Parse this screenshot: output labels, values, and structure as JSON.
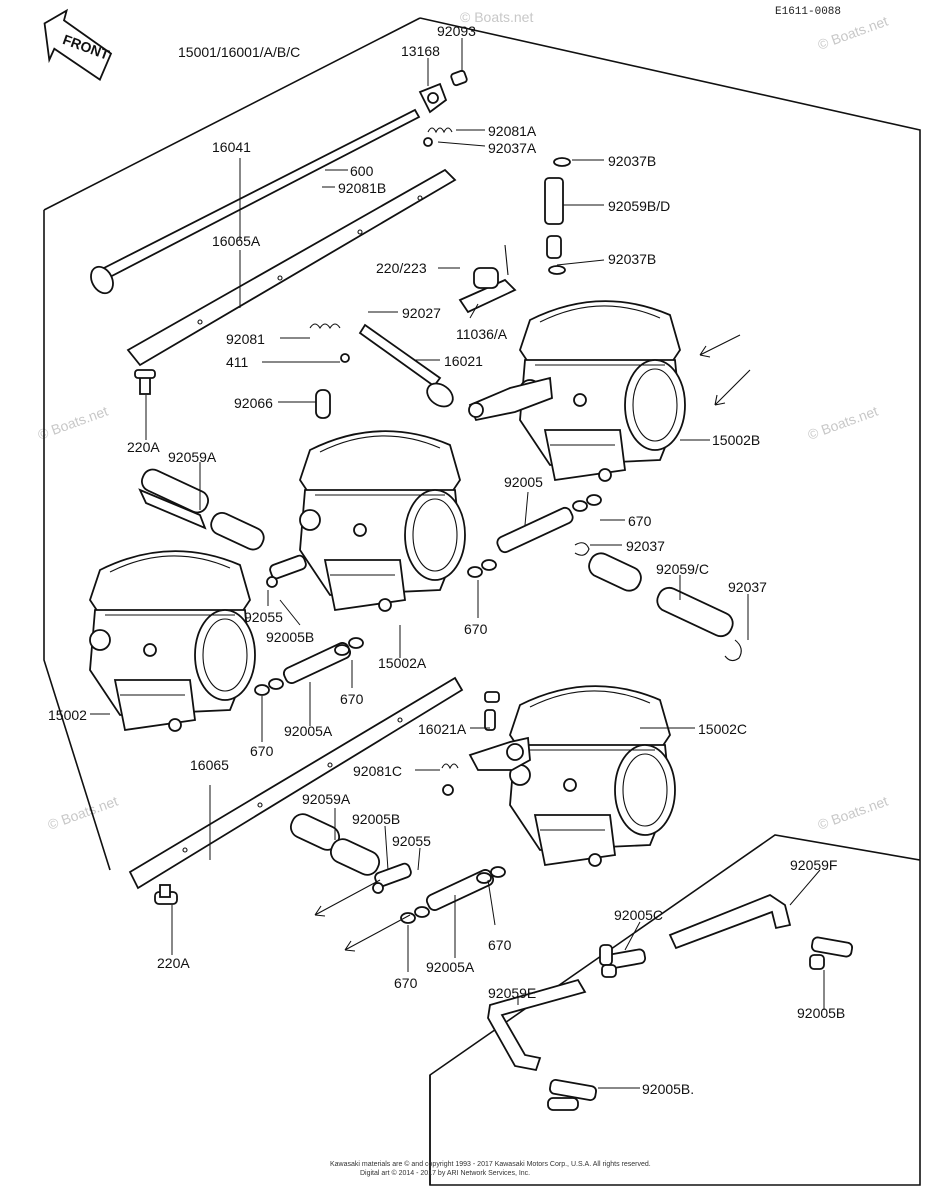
{
  "diagram_code": "E1611-0088",
  "front_label": "FRONT",
  "watermark": "© Boats.net",
  "footer": {
    "line1": "Kawasaki materials are © and copyright 1993 - 2017 Kawasaki Motors Corp., U.S.A. All rights reserved.",
    "line2": "Digital art © 2014 - 2017 by ARI Network Services, Inc."
  },
  "part_labels": {
    "p15001": "15001/16001/A/B/C",
    "p92093": "92093",
    "p13168": "13168",
    "p92081A": "92081A",
    "p92037A": "92037A",
    "p16041": "16041",
    "p600": "600",
    "p92081B": "92081B",
    "p92037B_top": "92037B",
    "p92059BD": "92059B/D",
    "p92037B_mid": "92037B",
    "p16065A": "16065A",
    "p220_223": "220/223",
    "p92027": "92027",
    "p11036A": "11036/A",
    "p92081": "92081",
    "p411": "411",
    "p16021": "16021",
    "p92066": "92066",
    "p220A_top": "220A",
    "p92059A_top": "92059A",
    "p15002B": "15002B",
    "p92005": "92005",
    "p670_r1": "670",
    "p92037_r": "92037",
    "p92059C": "92059/C",
    "p92037_r2": "92037",
    "p670_r2": "670",
    "p92055_l": "92055",
    "p92005B_l": "92005B",
    "p15002A": "15002A",
    "p670_m": "670",
    "p15002": "15002",
    "p670_l": "670",
    "p92005A_l": "92005A",
    "p16021A": "16021A",
    "p15002C": "15002C",
    "p16065": "16065",
    "p92081C": "92081C",
    "p92059A_bot": "92059A",
    "p92005B_bot": "92005B",
    "p92055_bot": "92055",
    "p92059F": "92059F",
    "p92005C": "92005C",
    "p670_b1": "670",
    "p220A_bot": "220A",
    "p92005A_bot": "92005A",
    "p670_b2": "670",
    "p92005B_r": "92005B",
    "p92059E": "92059E",
    "p92005B_dot": "92005B."
  }
}
